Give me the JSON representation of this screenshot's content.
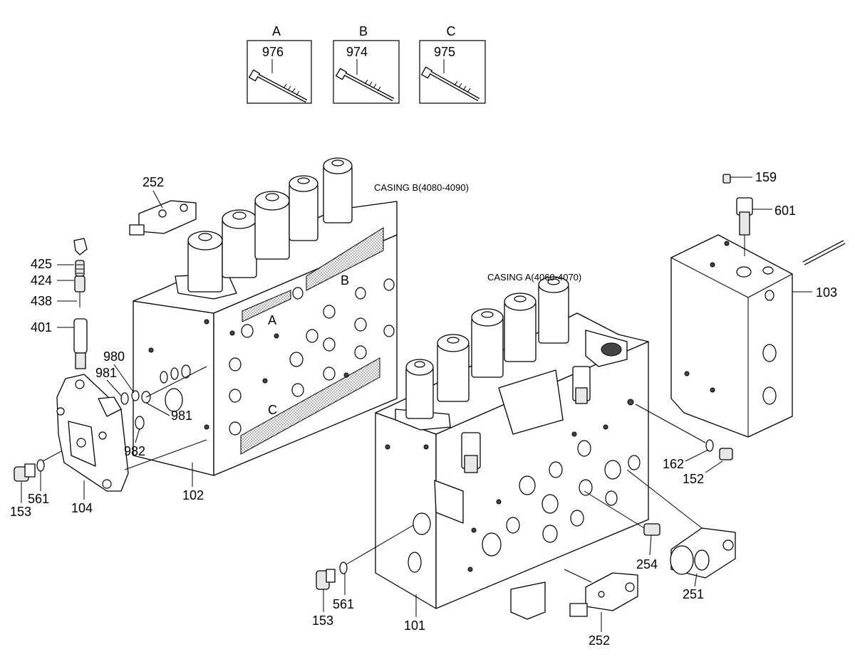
{
  "bolt_boxes": [
    {
      "letter": "A",
      "part": "976"
    },
    {
      "letter": "B",
      "part": "974"
    },
    {
      "letter": "C",
      "part": "975"
    }
  ],
  "casing_labels": {
    "casing_b": "CASING B(4080-4090)",
    "casing_a": "CASING A(4060-4070)"
  },
  "region_letters": {
    "a": "A",
    "b": "B",
    "c": "C"
  },
  "callouts": {
    "c252_top": "252",
    "c425": "425",
    "c424": "424",
    "c438": "438",
    "c401": "401",
    "c980": "980",
    "c981_left": "981",
    "c981_right": "981",
    "c982": "982",
    "c153_left": "153",
    "c561_left": "561",
    "c104": "104",
    "c102": "102",
    "c159": "159",
    "c601": "601",
    "c103": "103",
    "c162": "162",
    "c152": "152",
    "c254": "254",
    "c251": "251",
    "c252_bottom": "252",
    "c153_bottom": "153",
    "c561_bottom": "561",
    "c101": "101"
  }
}
